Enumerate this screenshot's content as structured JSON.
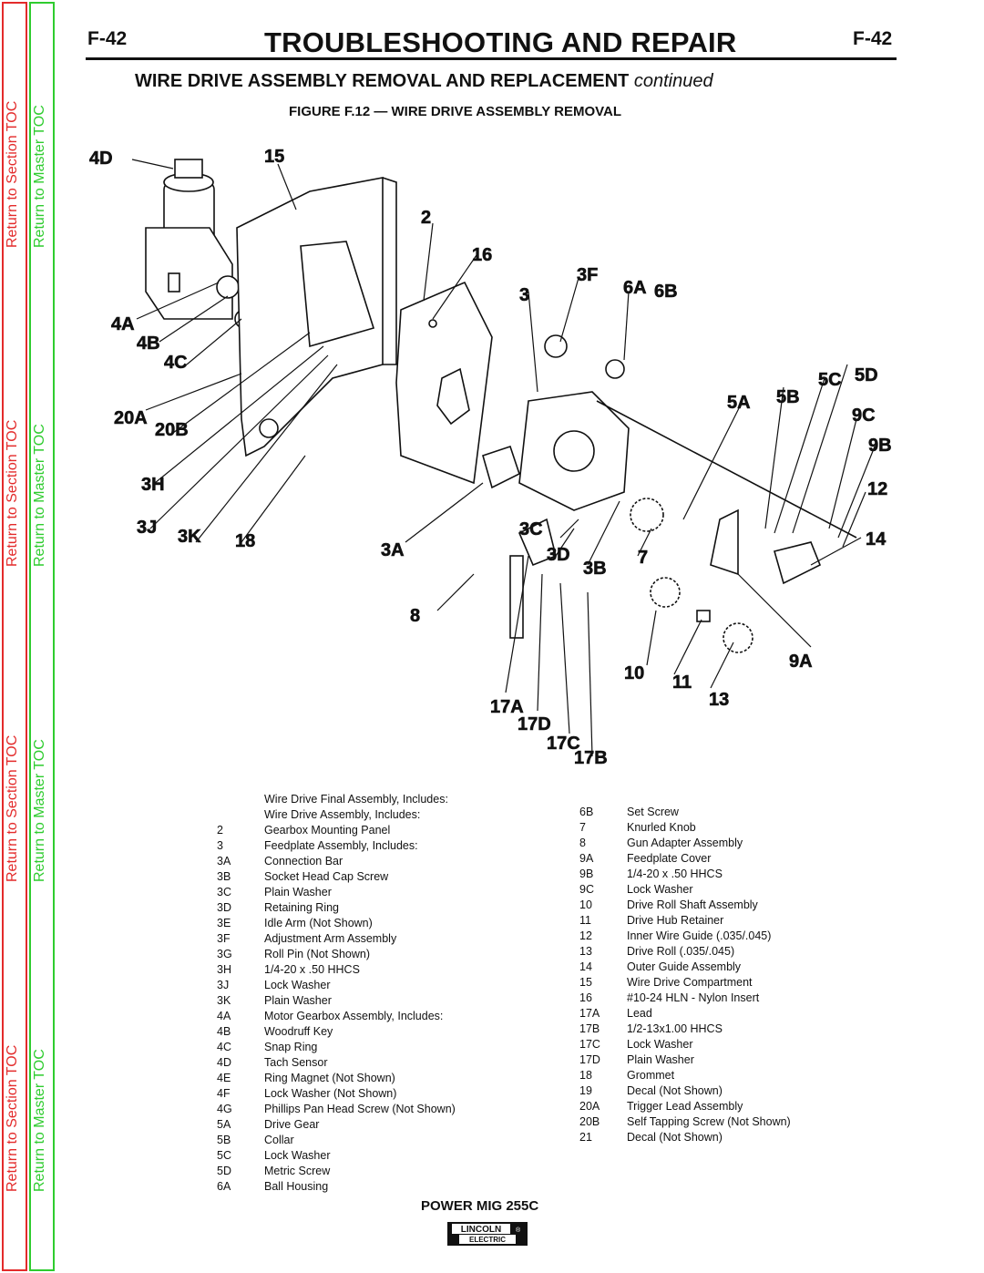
{
  "header": {
    "page_left": "F-42",
    "page_right": "F-42",
    "title": "TROUBLESHOOTING AND REPAIR",
    "subtitle": "WIRE DRIVE ASSEMBLY REMOVAL AND REPLACEMENT",
    "subtitle_suffix": "continued",
    "figure_caption": "FIGURE F.12 — WIRE DRIVE ASSEMBLY REMOVAL"
  },
  "side_links": {
    "section": "Return to Section TOC",
    "master": "Return to Master TOC"
  },
  "callouts": [
    "4D",
    "15",
    "2",
    "16",
    "3F",
    "3",
    "6A",
    "6B",
    "4A",
    "4B",
    "4C",
    "5D",
    "5C",
    "5B",
    "5A",
    "9C",
    "20A",
    "20B",
    "9B",
    "3H",
    "12",
    "3C",
    "3J",
    "3K",
    "18",
    "14",
    "3A",
    "3D",
    "7",
    "3B",
    "8",
    "9A",
    "10",
    "11",
    "13",
    "17A",
    "17D",
    "17C",
    "17B"
  ],
  "parts_left": [
    {
      "id": "",
      "desc": "Wire Drive Final Assembly, Includes:"
    },
    {
      "id": "",
      "desc": "Wire Drive Assembly, Includes:"
    },
    {
      "id": "2",
      "desc": "Gearbox Mounting Panel"
    },
    {
      "id": "3",
      "desc": "Feedplate Assembly, Includes:"
    },
    {
      "id": "3A",
      "desc": "Connection Bar"
    },
    {
      "id": "3B",
      "desc": "Socket Head Cap Screw"
    },
    {
      "id": "3C",
      "desc": "Plain Washer"
    },
    {
      "id": "3D",
      "desc": "Retaining Ring"
    },
    {
      "id": "3E",
      "desc": "Idle Arm (Not Shown)"
    },
    {
      "id": "3F",
      "desc": "Adjustment Arm Assembly"
    },
    {
      "id": "3G",
      "desc": "Roll Pin (Not Shown)"
    },
    {
      "id": "3H",
      "desc": "1/4-20 x .50 HHCS"
    },
    {
      "id": "3J",
      "desc": "Lock Washer"
    },
    {
      "id": "3K",
      "desc": "Plain Washer"
    },
    {
      "id": "4A",
      "desc": "Motor Gearbox Assembly, Includes:"
    },
    {
      "id": "4B",
      "desc": "Woodruff Key"
    },
    {
      "id": "4C",
      "desc": "Snap Ring"
    },
    {
      "id": "4D",
      "desc": "Tach Sensor"
    },
    {
      "id": "4E",
      "desc": "Ring Magnet (Not Shown)"
    },
    {
      "id": "4F",
      "desc": "Lock Washer (Not Shown)"
    },
    {
      "id": "4G",
      "desc": "Phillips Pan Head Screw (Not Shown)"
    },
    {
      "id": "5A",
      "desc": "Drive Gear"
    },
    {
      "id": "5B",
      "desc": "Collar"
    },
    {
      "id": "5C",
      "desc": "Lock Washer"
    },
    {
      "id": "5D",
      "desc": "Metric Screw"
    },
    {
      "id": "6A",
      "desc": "Ball Housing"
    }
  ],
  "parts_right": [
    {
      "id": "6B",
      "desc": "Set Screw"
    },
    {
      "id": "7",
      "desc": "Knurled Knob"
    },
    {
      "id": "8",
      "desc": "Gun Adapter Assembly"
    },
    {
      "id": "9A",
      "desc": "Feedplate Cover"
    },
    {
      "id": "9B",
      "desc": "1/4-20 x .50 HHCS"
    },
    {
      "id": "9C",
      "desc": "Lock Washer"
    },
    {
      "id": "10",
      "desc": "Drive Roll Shaft Assembly"
    },
    {
      "id": "11",
      "desc": "Drive Hub Retainer"
    },
    {
      "id": "12",
      "desc": "Inner Wire Guide (.035/.045)"
    },
    {
      "id": "13",
      "desc": "Drive Roll (.035/.045)"
    },
    {
      "id": "14",
      "desc": "Outer Guide Assembly"
    },
    {
      "id": "15",
      "desc": "Wire Drive Compartment"
    },
    {
      "id": "16",
      "desc": "#10-24 HLN - Nylon Insert"
    },
    {
      "id": "17A",
      "desc": "Lead"
    },
    {
      "id": "17B",
      "desc": "1/2-13x1.00 HHCS"
    },
    {
      "id": "17C",
      "desc": "Lock Washer"
    },
    {
      "id": "17D",
      "desc": "Plain Washer"
    },
    {
      "id": "18",
      "desc": "Grommet"
    },
    {
      "id": "19",
      "desc": "Decal (Not Shown)"
    },
    {
      "id": "20A",
      "desc": "Trigger Lead Assembly"
    },
    {
      "id": "20B",
      "desc": "Self Tapping Screw (Not Shown)"
    },
    {
      "id": "21",
      "desc": "Decal (Not Shown)"
    }
  ],
  "footer": {
    "model": "POWER MIG 255C",
    "logo_top": "LINCOLN",
    "logo_reg": "®",
    "logo_bottom": "ELECTRIC"
  },
  "colors": {
    "section_link": "#e32b2b",
    "master_link": "#2fcc2f"
  }
}
